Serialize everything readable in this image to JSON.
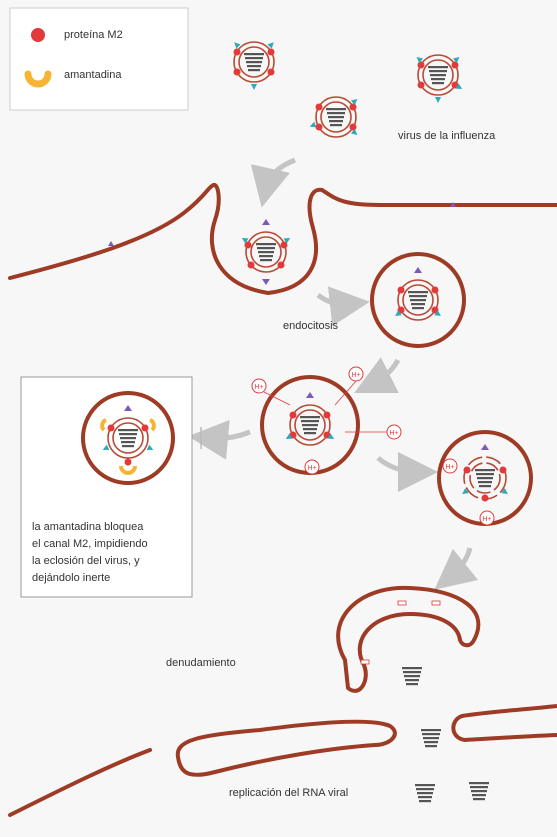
{
  "legend": {
    "items": [
      {
        "label": "proteína M2",
        "icon": "red-dot-icon"
      },
      {
        "label": "amantadina",
        "icon": "yellow-arc-icon"
      }
    ]
  },
  "labels": {
    "virus": "virus de la influenza",
    "endocytosis": "endocitosis",
    "uncoating": "denudamiento",
    "replication": "replicación del RNA viral"
  },
  "proton_label": "H+",
  "inset_note": {
    "lines": [
      "la amantadina bloquea",
      "el canal M2, impidiendo",
      "la eclosión del virus, y",
      "dejándolo inerte"
    ]
  },
  "colors": {
    "membrane": "#9e3b25",
    "m2_protein": "#e23a3a",
    "amantadine": "#f5b533",
    "spike": "#2fa8b8",
    "receptor": "#7b5bb6",
    "rna": "#555555",
    "arrow": "#c4c4c4"
  }
}
